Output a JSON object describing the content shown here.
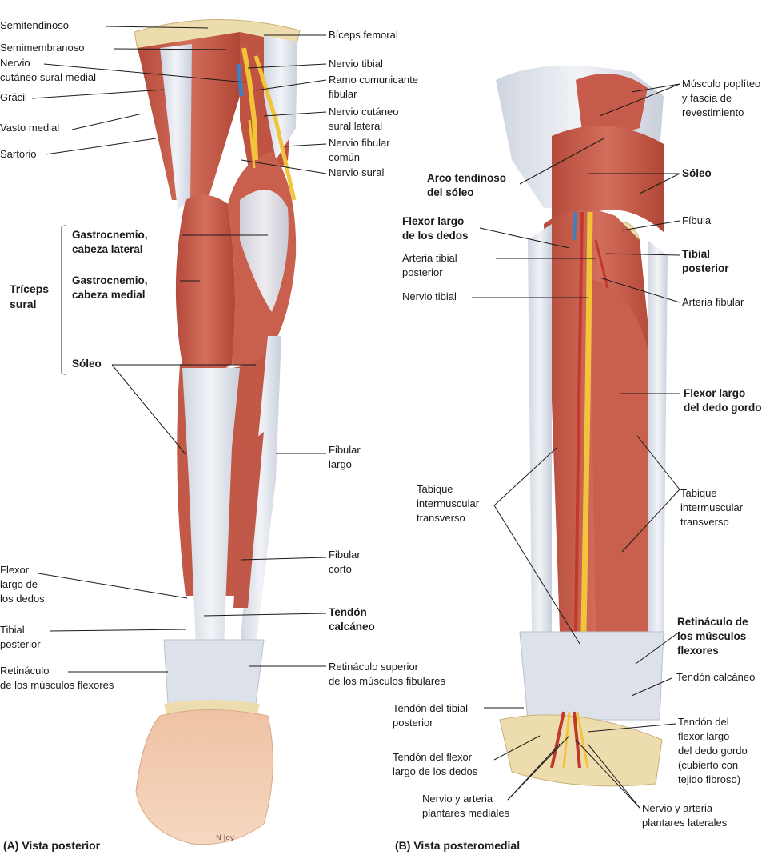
{
  "colors": {
    "muscle": "#c65a4b",
    "muscle_dark": "#a8402f",
    "tendon": "#e4e7ee",
    "nerve": "#f2c43a",
    "artery": "#c0392b",
    "vein": "#3b7fc4",
    "skin": "#f1c7ab",
    "bone": "#eddcae"
  },
  "panel_a": {
    "caption": "(A) Vista posterior",
    "signature": "N Joy",
    "labels": {
      "semitendinoso": "Semitendinoso",
      "semimembranoso": "Semimembranoso",
      "nervio_cutaneo_sural_medial": "Nervio\ncutáneo sural medial",
      "gracil": "Grácil",
      "vasto_medial": "Vasto medial",
      "sartorio": "Sartorio",
      "biceps_femoral": "Bíceps femoral",
      "nervio_tibial": "Nervio tibial",
      "ramo_comunicante_fibular": "Ramo comunicante\nfibular",
      "nervio_cutaneo_sural_lateral": "Nervio cutáneo\nsural lateral",
      "nervio_fibular_comun": "Nervio fibular\ncomún",
      "nervio_sural": "Nervio sural",
      "gastrocnemio_lateral": "Gastrocnemio,\ncabeza lateral",
      "gastrocnemio_medial": "Gastrocnemio,\ncabeza medial",
      "triceps_sural": "Tríceps\nsural",
      "soleo": "Sóleo",
      "fibular_largo": "Fibular\nlargo",
      "fibular_corto": "Fibular\ncorto",
      "flexor_largo_dedos": "Flexor\nlargo de\nlos dedos",
      "tibial_posterior": "Tibial\nposterior",
      "retinaculo_flexores": "Retináculo\nde los músculos flexores",
      "tendon_calcaneo": "Tendón\ncalcáneo",
      "retinaculo_superior_fibulares": "Retináculo superior\nde los músculos fibulares"
    }
  },
  "panel_b": {
    "caption": "(B) Vista posteromedial",
    "labels": {
      "musculo_popliteo": "Músculo poplíteo\ny fascia de\nrevestimiento",
      "arco_tendinoso": "Arco tendinoso\ndel sóleo",
      "soleo": "Sóleo",
      "fibula": "Fíbula",
      "flexor_largo_dedos": "Flexor largo\nde los dedos",
      "tibial_posterior": "Tibial\nposterior",
      "arteria_tibial_posterior": "Arteria tibial\nposterior",
      "arteria_fibular": "Arteria fibular",
      "nervio_tibial": "Nervio tibial",
      "flexor_largo_dedo_gordo": "Flexor largo\ndel dedo gordo",
      "tabique_izq": "Tabique\nintermuscular\ntransverso",
      "tabique_der": "Tabique\nintermuscular\ntransverso",
      "retinaculo_flexores": "Retináculo de\nlos músculos\nflexores",
      "tendon_calcaneo": "Tendón calcáneo",
      "tendon_tibial_posterior": "Tendón del tibial\nposterior",
      "tendon_flexor_dedo_gordo": "Tendón del\nflexor largo\ndel dedo gordo\n(cubierto con\ntejido fibroso)",
      "tendon_flexor_dedos": "Tendón del flexor\nlargo de los dedos",
      "nervio_arteria_mediales": "Nervio y arteria\nplantares mediales",
      "nervio_arteria_laterales": "Nervio y arteria\nplantares laterales"
    }
  }
}
